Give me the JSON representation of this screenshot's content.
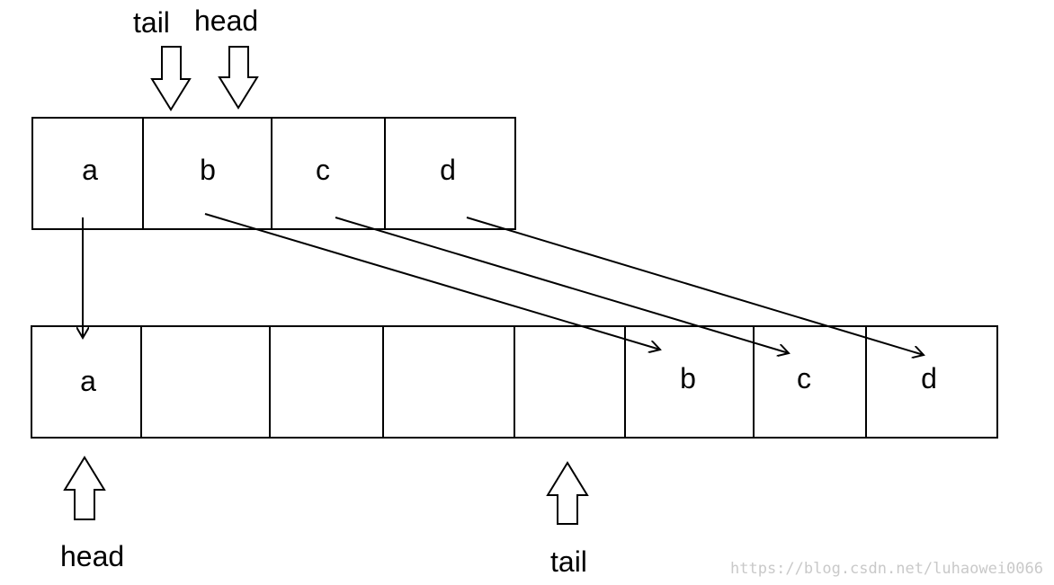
{
  "old_array": {
    "cells": [
      "a",
      "b",
      "c",
      "d"
    ],
    "pointers": {
      "tail": "tail",
      "head": "head"
    }
  },
  "new_array": {
    "cells": [
      "a",
      "",
      "",
      "",
      "",
      "b",
      "c",
      "d"
    ],
    "pointers": {
      "head": "head",
      "tail": "tail"
    }
  },
  "watermark": "https://blog.csdn.net/luhaowei0066",
  "colors": {
    "line": "#000000",
    "background": "#ffffff",
    "watermark": "#c9c9c9"
  }
}
